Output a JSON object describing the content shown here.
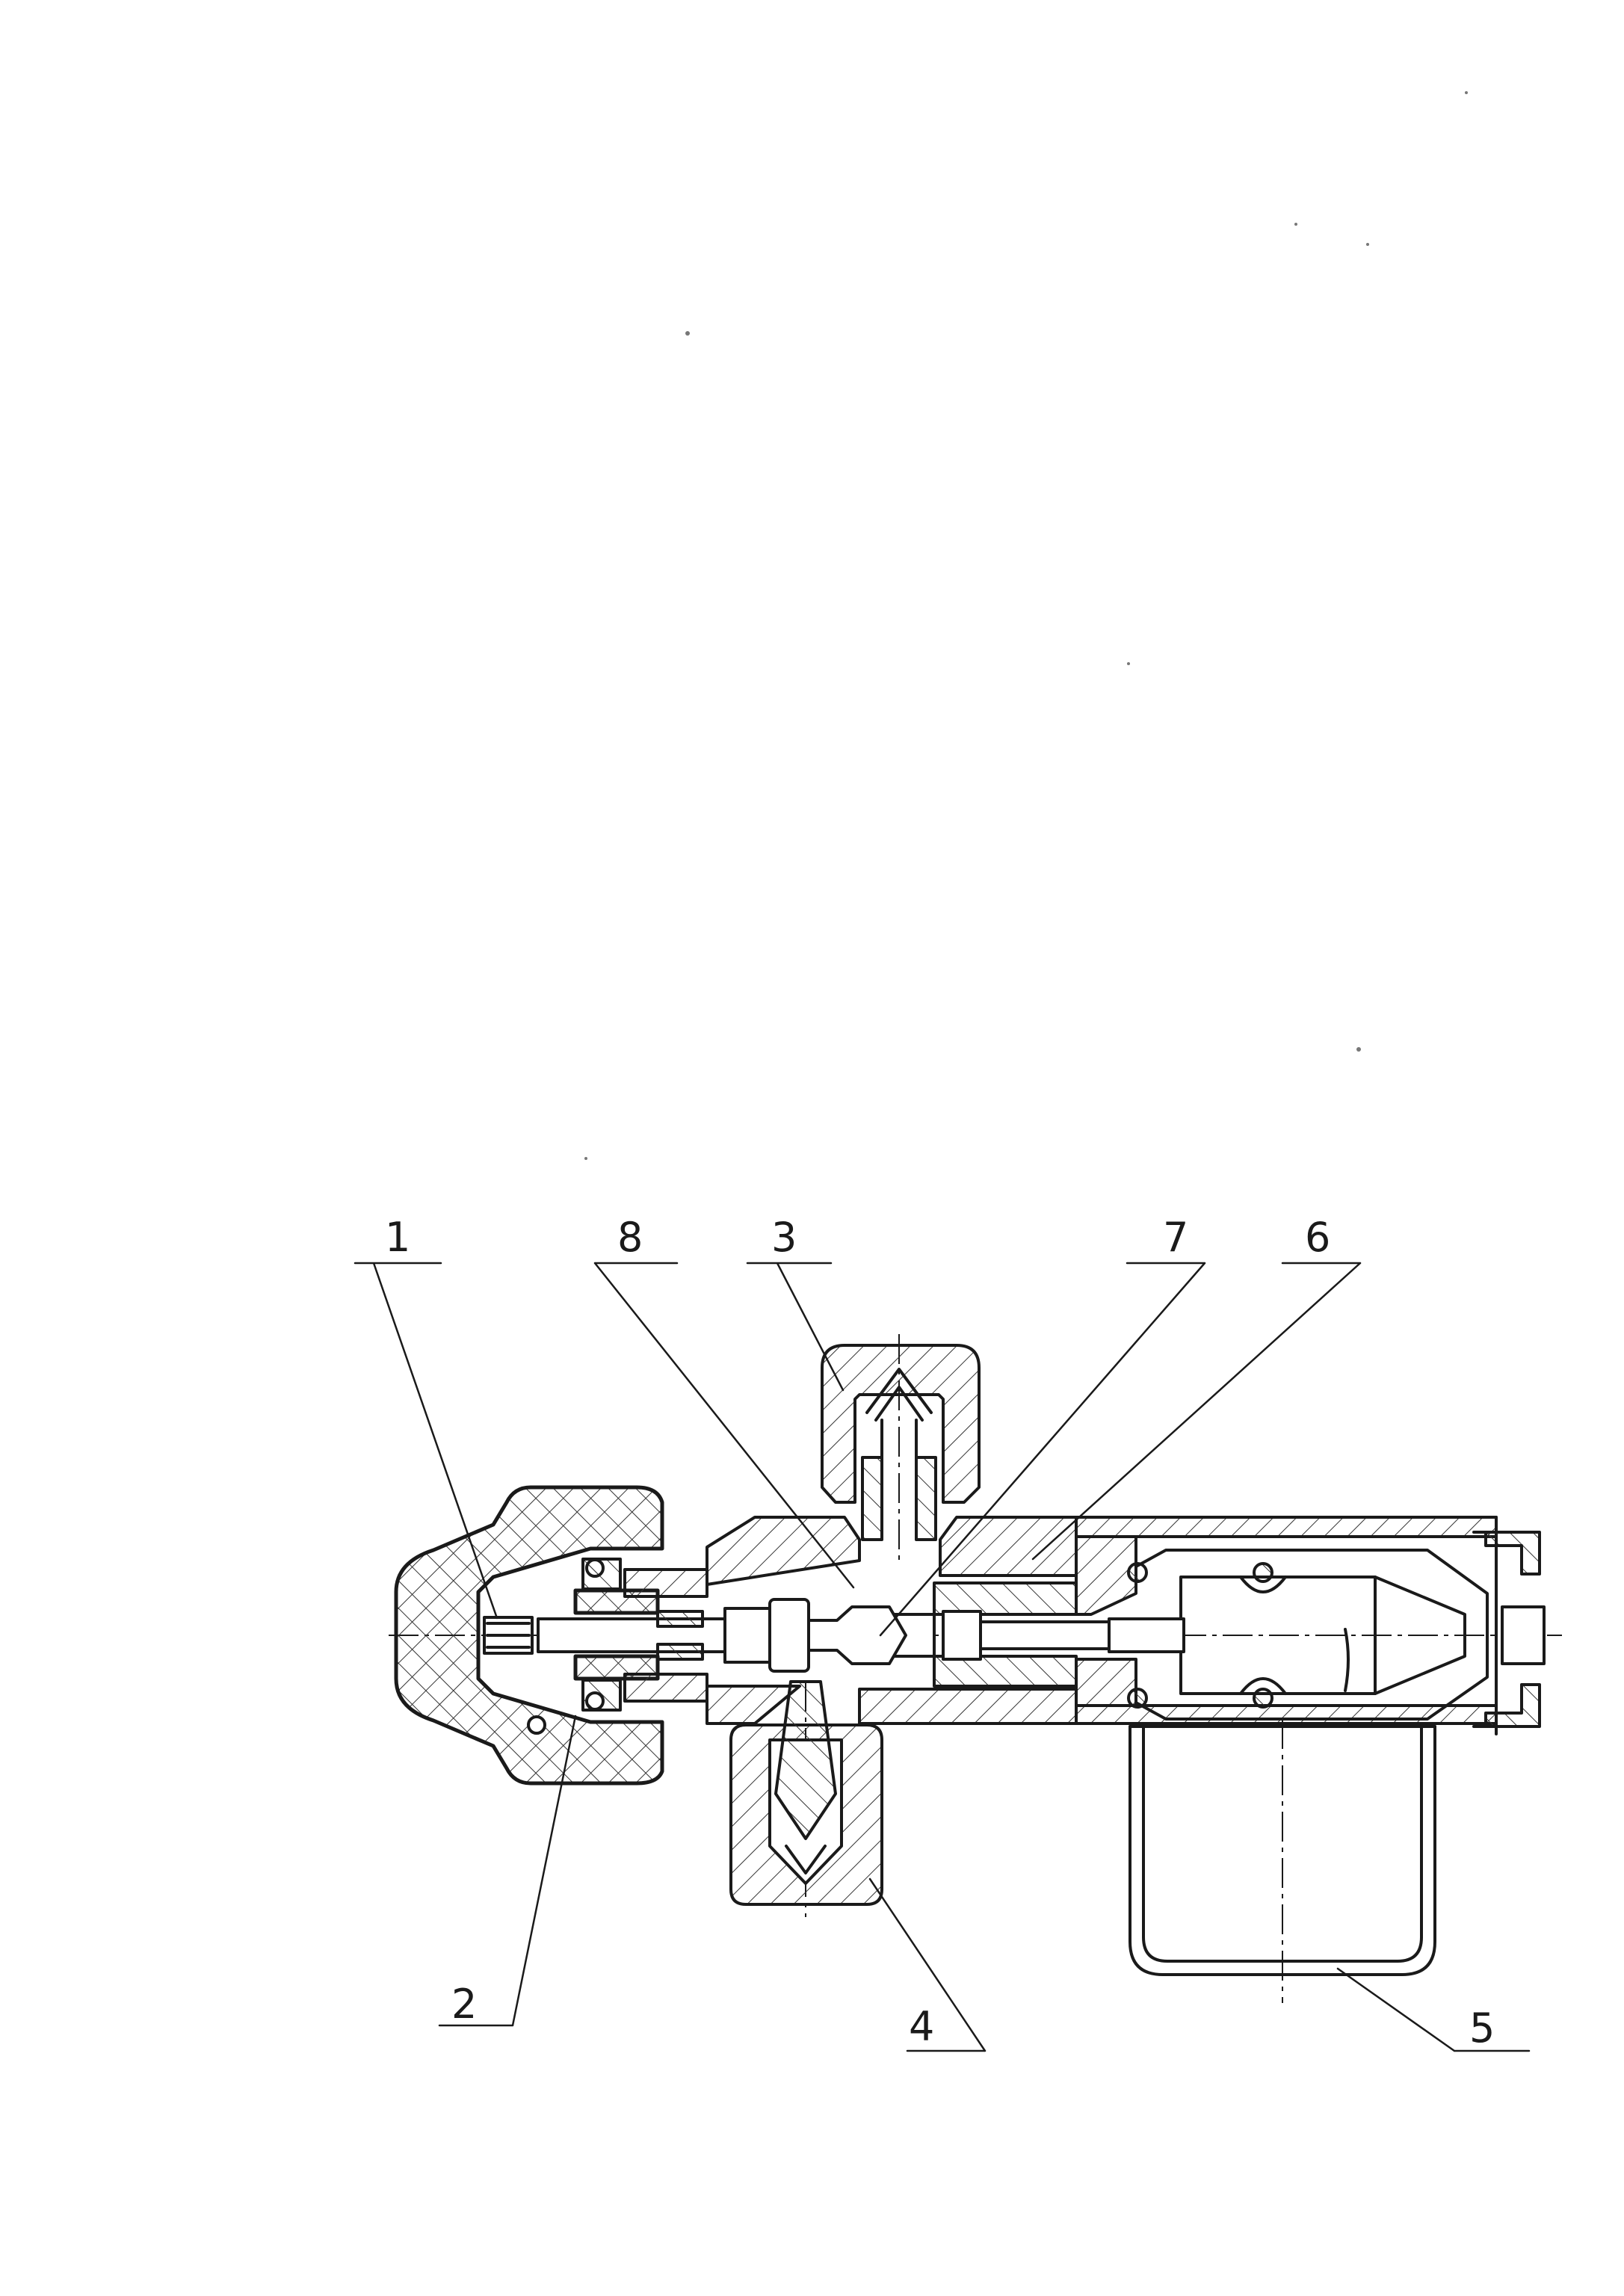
{
  "diagram": {
    "callouts": [
      {
        "id": "c1",
        "label": "1"
      },
      {
        "id": "c8",
        "label": "8"
      },
      {
        "id": "c3",
        "label": "3"
      },
      {
        "id": "c7",
        "label": "7"
      },
      {
        "id": "c6",
        "label": "6"
      },
      {
        "id": "c2",
        "label": "2"
      },
      {
        "id": "c4",
        "label": "4"
      },
      {
        "id": "c5",
        "label": "5"
      }
    ]
  }
}
